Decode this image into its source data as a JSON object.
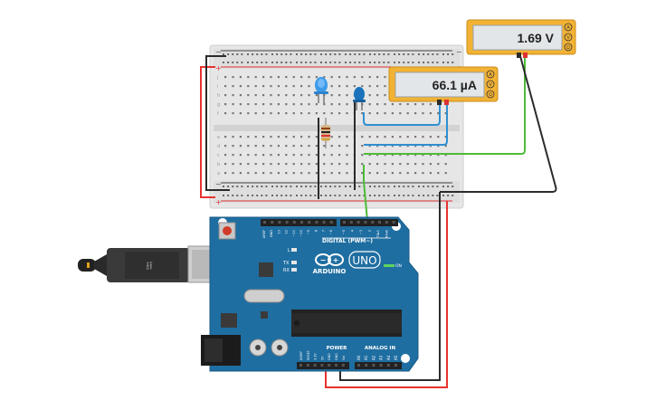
{
  "voltmeter": {
    "reading": "1.69 V",
    "terminal_labels": [
      "A",
      "V",
      "Ω"
    ]
  },
  "ammeter": {
    "reading": "66.1 µA",
    "terminal_labels": [
      "A",
      "V",
      "Ω"
    ]
  },
  "arduino": {
    "brand": "ARDUINO",
    "model": "UNO",
    "digital_label": "DIGITAL (PWM~)",
    "power_label": "POWER",
    "analog_label": "ANALOG IN",
    "on_label": "ON",
    "led_labels": [
      "L",
      "TX",
      "RX"
    ],
    "power_pins": [
      "IOREF",
      "RESET",
      "3.3V",
      "5V",
      "GND",
      "GND",
      "Vin"
    ],
    "analog_pins": [
      "A0",
      "A1",
      "A2",
      "A3",
      "A4",
      "A5"
    ],
    "digital_pins": [
      "AREF",
      "GND",
      "13",
      "12",
      "~11",
      "~10",
      "~9",
      "8",
      "7",
      "~6",
      "~5",
      "4",
      "~3",
      "2",
      "TX▸1",
      "RX◂0"
    ]
  },
  "breadboard": {
    "row_letters_top": [
      "j",
      "i",
      "h",
      "g",
      "f"
    ],
    "row_letters_bottom": [
      "e",
      "d",
      "c",
      "b",
      "a"
    ]
  },
  "colors": {
    "wire_red": "#e8322f",
    "wire_black": "#2b2b2b",
    "wire_blue": "#2f8fd1",
    "wire_green": "#4dbb38",
    "arduino_blue": "#1f6ea1",
    "meter_body": "#f2b233"
  }
}
